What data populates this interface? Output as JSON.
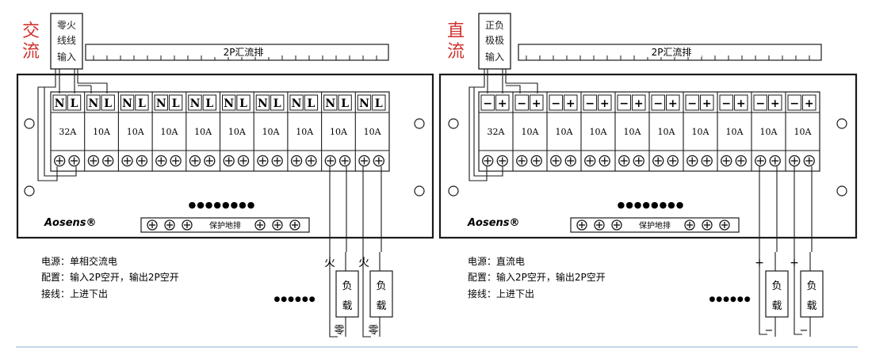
{
  "colors": {
    "accent": "#d0312d",
    "line": "#1a1a1a",
    "bottom_rule": "#c5d5e8"
  },
  "ac": {
    "type_label": "交流",
    "input_box": [
      "零火",
      "线线",
      "输入"
    ],
    "busbar_label": "2P汇流排",
    "terminals": [
      "N",
      "L",
      "N",
      "L",
      "N",
      "L",
      "N",
      "L",
      "N",
      "L",
      "N",
      "L",
      "N",
      "L",
      "N",
      "L",
      "N",
      "L",
      "N",
      "L"
    ],
    "breakers": [
      "32A",
      "10A",
      "10A",
      "10A",
      "10A",
      "10A",
      "10A",
      "10A",
      "10A",
      "10A"
    ],
    "dots": "●●●●●●●●",
    "brand": "Aosens®",
    "ground_label": "保护地排",
    "info": [
      {
        "k": "电源：",
        "v": "单相交流电"
      },
      {
        "k": "配置：",
        "v": "输入2P空开，输出2P空开"
      },
      {
        "k": "接线：",
        "v": "上进下出"
      }
    ],
    "more_dots": "●●●●●●",
    "loads": [
      {
        "top": "火",
        "load1": "负",
        "load2": "载",
        "bottom": "零"
      },
      {
        "top": "火",
        "load1": "负",
        "load2": "载",
        "bottom": "零"
      }
    ]
  },
  "dc": {
    "type_label": "直流",
    "input_box": [
      "正负",
      "极极",
      "输入"
    ],
    "busbar_label": "2P汇流排",
    "terminals": [
      "−",
      "+",
      "−",
      "+",
      "−",
      "+",
      "−",
      "+",
      "−",
      "+",
      "−",
      "+",
      "−",
      "+",
      "−",
      "+",
      "−",
      "+",
      "−",
      "+"
    ],
    "breakers": [
      "32A",
      "10A",
      "10A",
      "10A",
      "10A",
      "10A",
      "10A",
      "10A",
      "10A",
      "10A"
    ],
    "dots": "●●●●●●●●",
    "brand": "Aosens®",
    "ground_label": "保护地排",
    "info": [
      {
        "k": "电源：",
        "v": "直流电"
      },
      {
        "k": "配置：",
        "v": "输入2P空开，输出2P空开"
      },
      {
        "k": "接线：",
        "v": "上进下出"
      }
    ],
    "more_dots": "●●●●●●",
    "loads": [
      {
        "top": "+",
        "load1": "负",
        "load2": "载",
        "bottom": "−"
      },
      {
        "top": "+",
        "load1": "负",
        "load2": "载",
        "bottom": "−"
      }
    ]
  }
}
